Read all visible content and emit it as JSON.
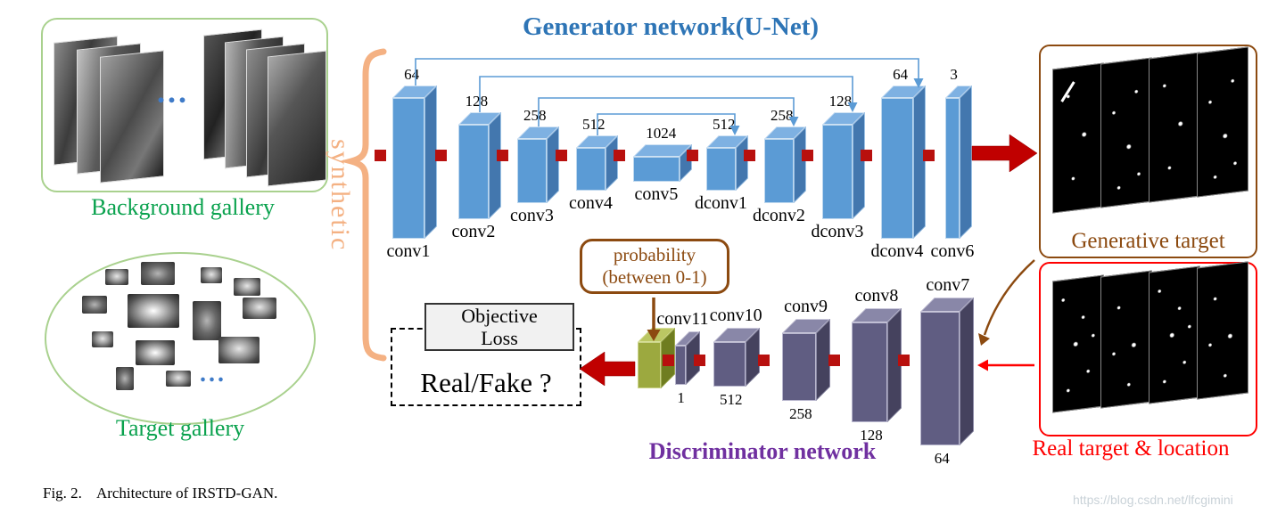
{
  "figure": {
    "caption_label": "Fig. 2.",
    "caption_text": "Architecture of IRSTD-GAN.",
    "watermark": "https://blog.csdn.net/lfcgimini"
  },
  "galleries": {
    "background": {
      "label": "Background gallery",
      "ellipsis": "..."
    },
    "target": {
      "label": "Target gallery",
      "ellipsis": "..."
    },
    "synthetic_label": "synthetic"
  },
  "generator": {
    "title": "Generator network(U-Net)",
    "blocks": [
      {
        "name": "conv1",
        "channels": "64"
      },
      {
        "name": "conv2",
        "channels": "128"
      },
      {
        "name": "conv3",
        "channels": "258"
      },
      {
        "name": "conv4",
        "channels": "512"
      },
      {
        "name": "conv5",
        "channels": "1024"
      },
      {
        "name": "dconv1",
        "channels": "512"
      },
      {
        "name": "dconv2",
        "channels": "258"
      },
      {
        "name": "dconv3",
        "channels": "128"
      },
      {
        "name": "dconv4",
        "channels": "64"
      },
      {
        "name": "conv6",
        "channels": "3"
      }
    ]
  },
  "discriminator": {
    "title": "Discriminator network",
    "blocks": [
      {
        "name": "conv7",
        "channels": "64"
      },
      {
        "name": "conv8",
        "channels": "128"
      },
      {
        "name": "conv9",
        "channels": "258"
      },
      {
        "name": "conv10",
        "channels": "512"
      },
      {
        "name": "conv11",
        "channels": "1"
      }
    ],
    "probability_line1": "probability",
    "probability_line2": "(between 0-1)"
  },
  "targets": {
    "generative": "Generative target",
    "real": "Real target & location"
  },
  "loss": {
    "objective_line1": "Objective",
    "objective_line2": "Loss",
    "real_fake": "Real/Fake ?"
  },
  "colors": {
    "generator_blue": "#5B9BD5",
    "discriminator_purple": "#605D82",
    "probability_olive": "#9CA93F",
    "title_blue": "#2E75B6",
    "disc_title_purple": "#7030A0",
    "gallery_green": "#0AA24E",
    "synthetic_orange": "#F4B183",
    "brown": "#8C4A10",
    "connector_red": "#B8100E",
    "arrow_red": "#C00000",
    "real_red": "#FF0000"
  }
}
